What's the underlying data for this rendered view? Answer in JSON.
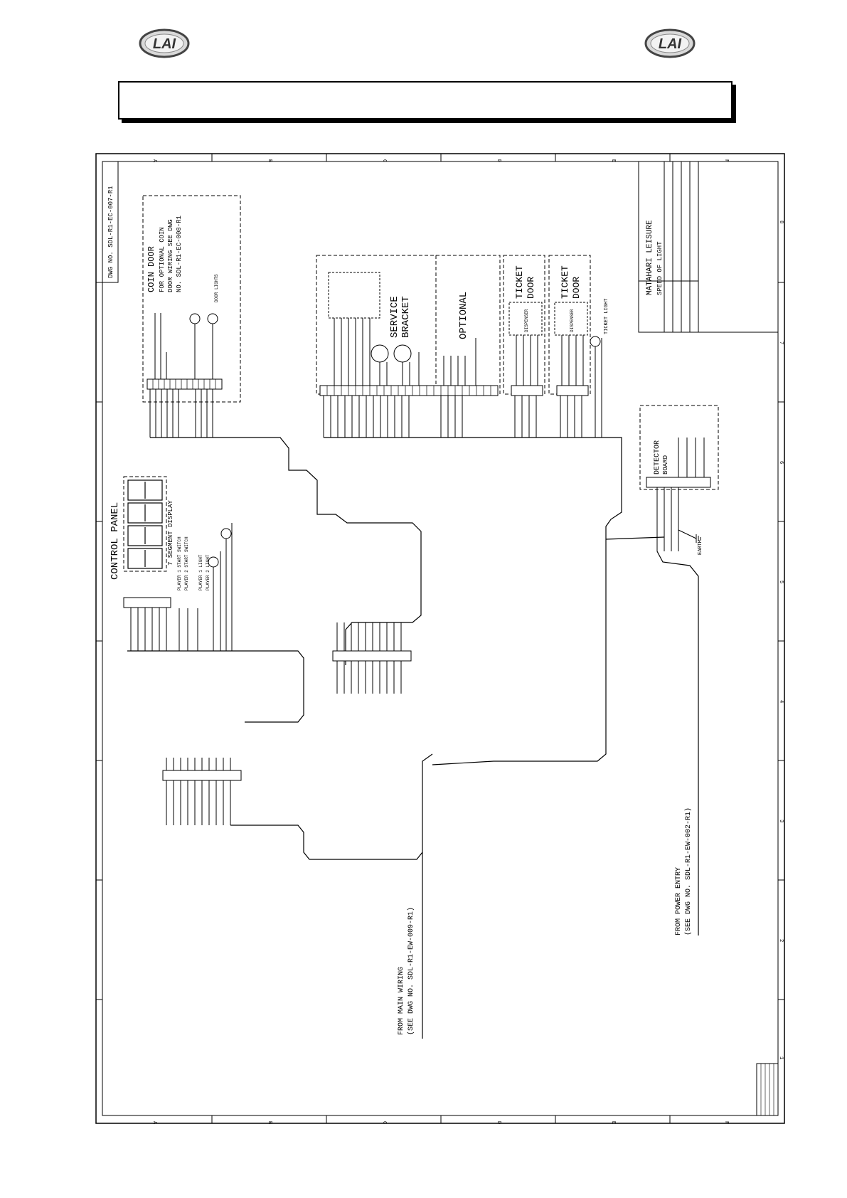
{
  "header": {
    "logo_left": {
      "icon": "lai-logo-icon",
      "text": "LAI"
    },
    "logo_right": {
      "icon": "lai-logo-icon",
      "text": "LAI"
    },
    "title": ""
  },
  "drawing": {
    "dwg_no": "DWG NO. SDL-R1-EC-007-R1",
    "border_letters_top": [
      "A",
      "B",
      "C",
      "D",
      "E",
      "F"
    ],
    "border_letters_bottom": [
      "A",
      "B",
      "C",
      "D",
      "E",
      "F"
    ],
    "border_numbers": [
      "8",
      "7",
      "6",
      "5",
      "4",
      "3",
      "2",
      "1"
    ],
    "sections": {
      "coin_door": {
        "title": "COIN DOOR",
        "note_line1": "FOR OPTIONAL COIN",
        "note_line2": "DOOR WIRING SEE DWG",
        "note_line3": "NO. SDL-R1-EC-008-R1",
        "door_lights_label": "DOOR LIGHTS"
      },
      "control_panel": {
        "title": "CONTROL PANEL",
        "seven_seg_label": "7 SEGMENT DISPLAY",
        "player1_switch": "PLAYER 1 START SWITCH",
        "player2_switch": "PLAYER 2 START SWITCH",
        "player1_light": "PLAYER 1 LIGHT",
        "player2_light": "PLAYER 2 LIGHT"
      },
      "service_bracket": {
        "title": "SERVICE",
        "title2": "BRACKET"
      },
      "optional": {
        "title": "OPTIONAL"
      },
      "ticket_door_1": {
        "title": "TICKET",
        "title2": "DOOR",
        "dispenser": "DISPENSER"
      },
      "ticket_door_2": {
        "title": "TICKET",
        "title2": "DOOR",
        "dispenser": "DISPENSER"
      },
      "ticket_light": {
        "label": "TICKET LIGHT"
      },
      "detector": {
        "title": "DETECTOR",
        "title2": "BOARD"
      },
      "earth": {
        "label": "EARTH"
      },
      "from_main_wiring_1": "FROM MAIN WIRING",
      "from_main_wiring_2": "(SEE DWG NO. SDL-R1-EW-009-R1)",
      "from_power_entry_1": "FROM POWER ENTRY",
      "from_power_entry_2": "(SEE DWG NO. SDL-R1-EW-002-R1)"
    },
    "title_block": {
      "company": "MATAHARI LEISURE",
      "project": "SPEED OF LIGHT"
    }
  }
}
